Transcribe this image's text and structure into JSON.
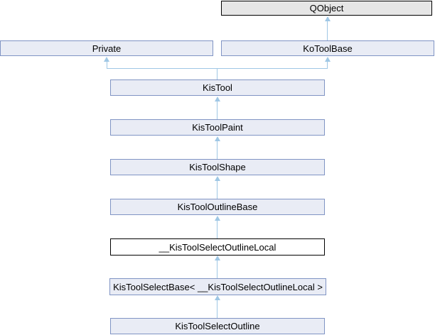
{
  "diagram": {
    "type": "class-inheritance-graph",
    "focal_class": "__KisToolSelectOutlineLocal",
    "colors": {
      "documented_fill": "#e9ecf5",
      "documented_border": "#8094c4",
      "external_fill": "#e6e6e6",
      "external_border": "#000000",
      "focal_fill": "#ffffff",
      "focal_border": "#000000",
      "edge": "#9fc7e5",
      "text": "#000000",
      "background": "#ffffff"
    },
    "nodes": {
      "qobject": {
        "label": "QObject",
        "style": "external"
      },
      "private": {
        "label": "Private",
        "style": "documented"
      },
      "kotoolbase": {
        "label": "KoToolBase",
        "style": "documented"
      },
      "kistool": {
        "label": "KisTool",
        "style": "documented"
      },
      "kistoolpaint": {
        "label": "KisToolPaint",
        "style": "documented"
      },
      "kistoolshape": {
        "label": "KisToolShape",
        "style": "documented"
      },
      "kistooloutlinebase": {
        "label": "KisToolOutlineBase",
        "style": "documented"
      },
      "focal": {
        "label": "__KisToolSelectOutlineLocal",
        "style": "focal"
      },
      "kistoolselectbase": {
        "label": "KisToolSelectBase< __KisToolSelectOutlineLocal >",
        "style": "documented"
      },
      "kistoolselectoutline": {
        "label": "KisToolSelectOutline",
        "style": "documented"
      }
    },
    "edges": [
      {
        "from": "kotoolbase",
        "to": "qobject"
      },
      {
        "from": "kistool",
        "to": "private"
      },
      {
        "from": "kistool",
        "to": "kotoolbase"
      },
      {
        "from": "kistoolpaint",
        "to": "kistool"
      },
      {
        "from": "kistoolshape",
        "to": "kistoolpaint"
      },
      {
        "from": "kistooloutlinebase",
        "to": "kistoolshape"
      },
      {
        "from": "focal",
        "to": "kistooloutlinebase"
      },
      {
        "from": "kistoolselectbase",
        "to": "focal"
      },
      {
        "from": "kistoolselectoutline",
        "to": "kistoolselectbase"
      }
    ]
  }
}
